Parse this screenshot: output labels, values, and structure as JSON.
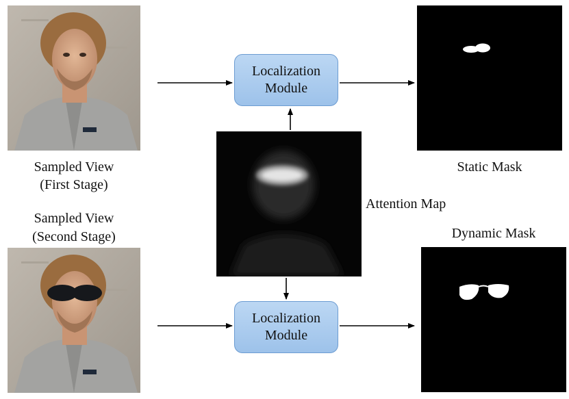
{
  "labels": {
    "sampled_first_line1": "Sampled View",
    "sampled_first_line2": "(First Stage)",
    "sampled_second_line1": "Sampled View",
    "sampled_second_line2": "(Second Stage)",
    "attention_map": "Attention Map",
    "static_mask": "Static Mask",
    "dynamic_mask": "Dynamic Mask"
  },
  "modules": {
    "top_line1": "Localization",
    "top_line2": "Module",
    "bottom_line1": "Localization",
    "bottom_line2": "Module"
  },
  "colors": {
    "module_fill": "#aacbee",
    "module_border": "#6b9bd1",
    "arrow": "#000000",
    "mask_bg": "#000000",
    "mask_fg": "#ffffff"
  }
}
